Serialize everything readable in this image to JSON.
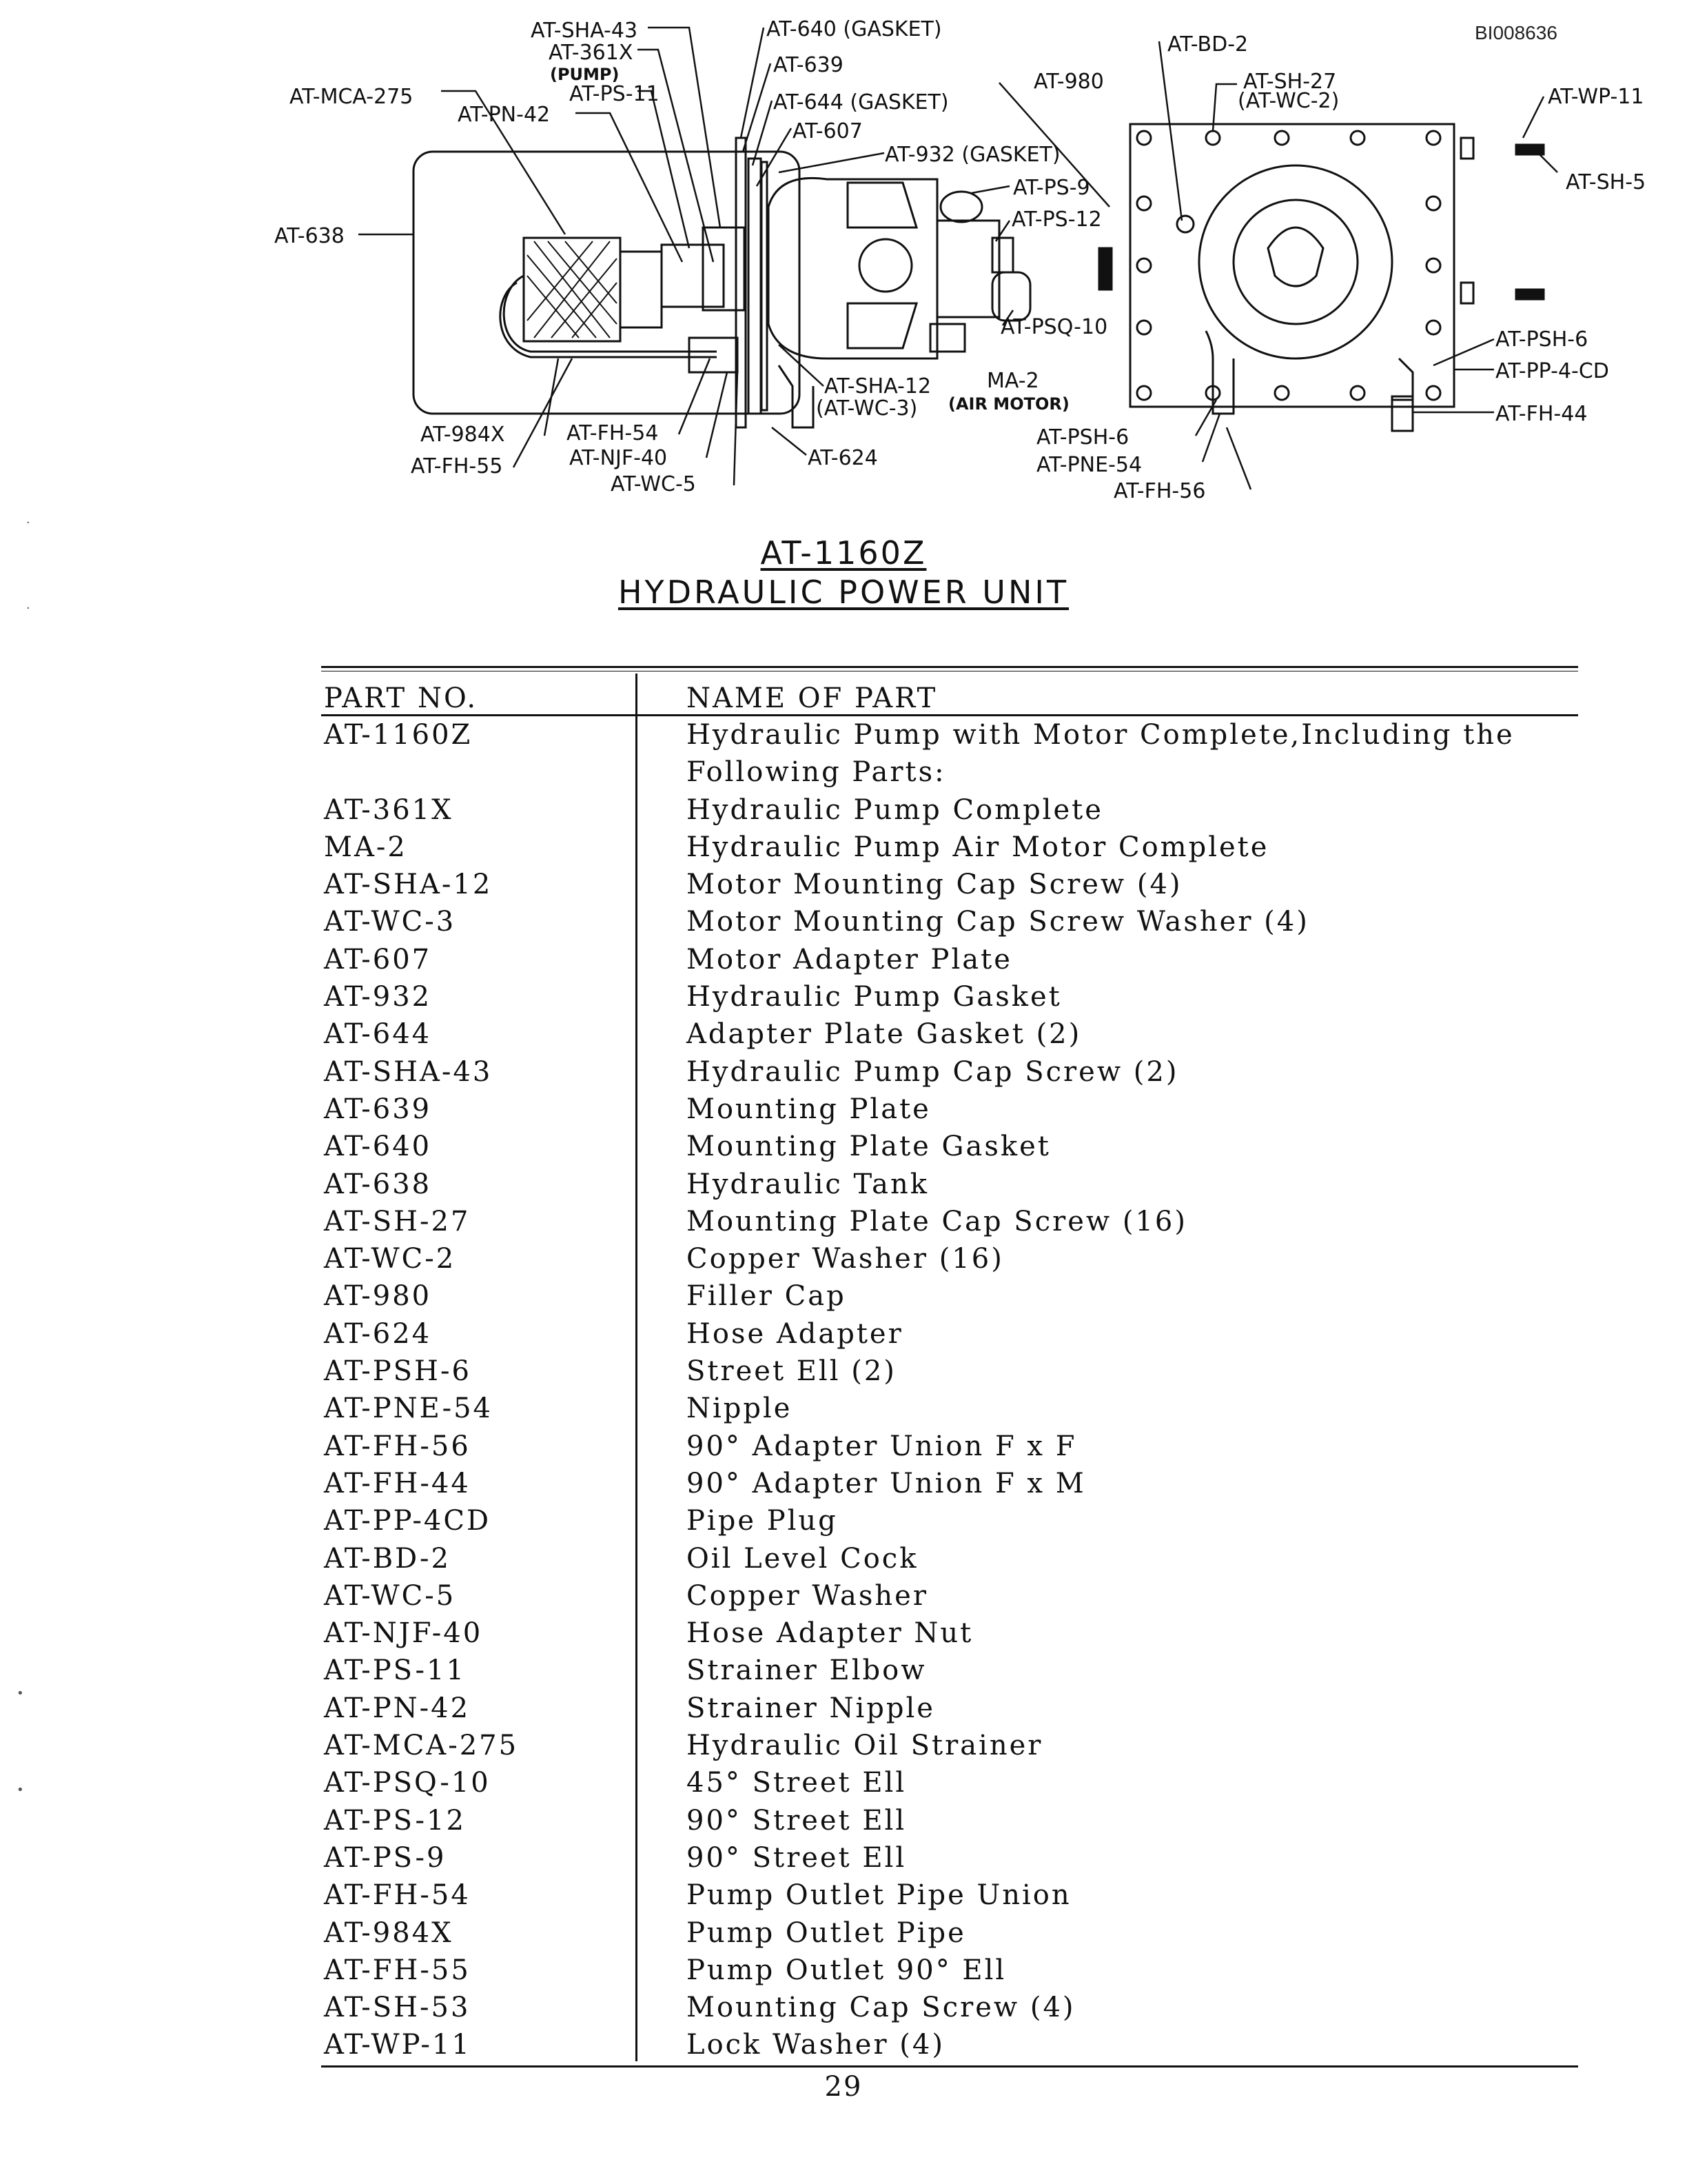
{
  "doc_id": "BI008636",
  "diagram": {
    "labels": {
      "sha43": "AT-SHA-43",
      "x361": "AT-361X",
      "pump": "(PUMP)",
      "ps11": "AT-PS-11",
      "pn42": "AT-PN-42",
      "mca275": "AT-MCA-275",
      "a638": "AT-638",
      "a640": "AT-640 (GASKET)",
      "a639": "AT-639",
      "a644": "AT-644 (GASKET)",
      "a607": "AT-607",
      "a932": "AT-932 (GASKET)",
      "ps9": "AT-PS-9",
      "ps12": "AT-PS-12",
      "psq10": "AT-PSQ-10",
      "sha12": "AT-SHA-12",
      "wc3": "(AT-WC-3)",
      "ma2": "MA-2",
      "airmotor": "(AIR MOTOR)",
      "a624": "AT-624",
      "x984": "AT-984X",
      "fh55": "AT-FH-55",
      "fh54": "AT-FH-54",
      "njf40": "AT-NJF-40",
      "wc5": "AT-WC-5",
      "a980": "AT-980",
      "bd2": "AT-BD-2",
      "sh27": "AT-SH-27",
      "wc2": "(AT-WC-2)",
      "wp11": "AT-WP-11",
      "sh5": "AT-SH-5",
      "psh6r": "AT-PSH-6",
      "pp4cd": "AT-PP-4-CD",
      "fh44": "AT-FH-44",
      "psh6b": "AT-PSH-6",
      "pne54": "AT-PNE-54",
      "fh56": "AT-FH-56"
    }
  },
  "title": {
    "code": "AT-1160Z",
    "name": "HYDRAULIC POWER UNIT"
  },
  "table": {
    "headers": [
      "PART NO.",
      "NAME OF PART"
    ],
    "rows": [
      {
        "part": "AT-1160Z",
        "name": "Hydraulic Pump with Motor Complete,Including the\nFollowing Parts:"
      },
      {
        "part": "AT-361X",
        "name": "Hydraulic Pump Complete"
      },
      {
        "part": "MA-2",
        "name": "Hydraulic Pump Air Motor Complete"
      },
      {
        "part": "AT-SHA-12",
        "name": "Motor Mounting Cap Screw (4)"
      },
      {
        "part": "AT-WC-3",
        "name": "Motor Mounting Cap Screw Washer (4)"
      },
      {
        "part": "AT-607",
        "name": "Motor Adapter Plate"
      },
      {
        "part": "AT-932",
        "name": "Hydraulic Pump Gasket"
      },
      {
        "part": "AT-644",
        "name": "Adapter Plate Gasket (2)"
      },
      {
        "part": "AT-SHA-43",
        "name": "Hydraulic Pump Cap Screw (2)"
      },
      {
        "part": "AT-639",
        "name": "Mounting Plate"
      },
      {
        "part": "AT-640",
        "name": "Mounting Plate Gasket"
      },
      {
        "part": "AT-638",
        "name": "Hydraulic Tank"
      },
      {
        "part": "AT-SH-27",
        "name": "Mounting Plate Cap Screw (16)"
      },
      {
        "part": "AT-WC-2",
        "name": "Copper Washer (16)"
      },
      {
        "part": "AT-980",
        "name": "Filler Cap"
      },
      {
        "part": "AT-624",
        "name": "Hose Adapter"
      },
      {
        "part": "AT-PSH-6",
        "name": "Street Ell (2)"
      },
      {
        "part": "AT-PNE-54",
        "name": "Nipple"
      },
      {
        "part": "AT-FH-56",
        "name": "90° Adapter Union F x F"
      },
      {
        "part": "AT-FH-44",
        "name": "90° Adapter Union F x M"
      },
      {
        "part": "AT-PP-4CD",
        "name": "Pipe Plug"
      },
      {
        "part": "AT-BD-2",
        "name": "Oil Level Cock"
      },
      {
        "part": "AT-WC-5",
        "name": "Copper Washer"
      },
      {
        "part": "AT-NJF-40",
        "name": "Hose Adapter Nut"
      },
      {
        "part": "AT-PS-11",
        "name": "Strainer Elbow"
      },
      {
        "part": "AT-PN-42",
        "name": "Strainer Nipple"
      },
      {
        "part": "AT-MCA-275",
        "name": "Hydraulic Oil Strainer"
      },
      {
        "part": "AT-PSQ-10",
        "name": "45° Street Ell"
      },
      {
        "part": "AT-PS-12",
        "name": "90° Street Ell"
      },
      {
        "part": "AT-PS-9",
        "name": "90° Street Ell"
      },
      {
        "part": "AT-FH-54",
        "name": "Pump Outlet Pipe Union"
      },
      {
        "part": "AT-984X",
        "name": "Pump Outlet Pipe"
      },
      {
        "part": "AT-FH-55",
        "name": "Pump Outlet 90° Ell"
      },
      {
        "part": "AT-SH-53",
        "name": "Mounting Cap Screw (4)"
      },
      {
        "part": "AT-WP-11",
        "name": "Lock Washer (4)"
      }
    ]
  },
  "page_number": "29"
}
